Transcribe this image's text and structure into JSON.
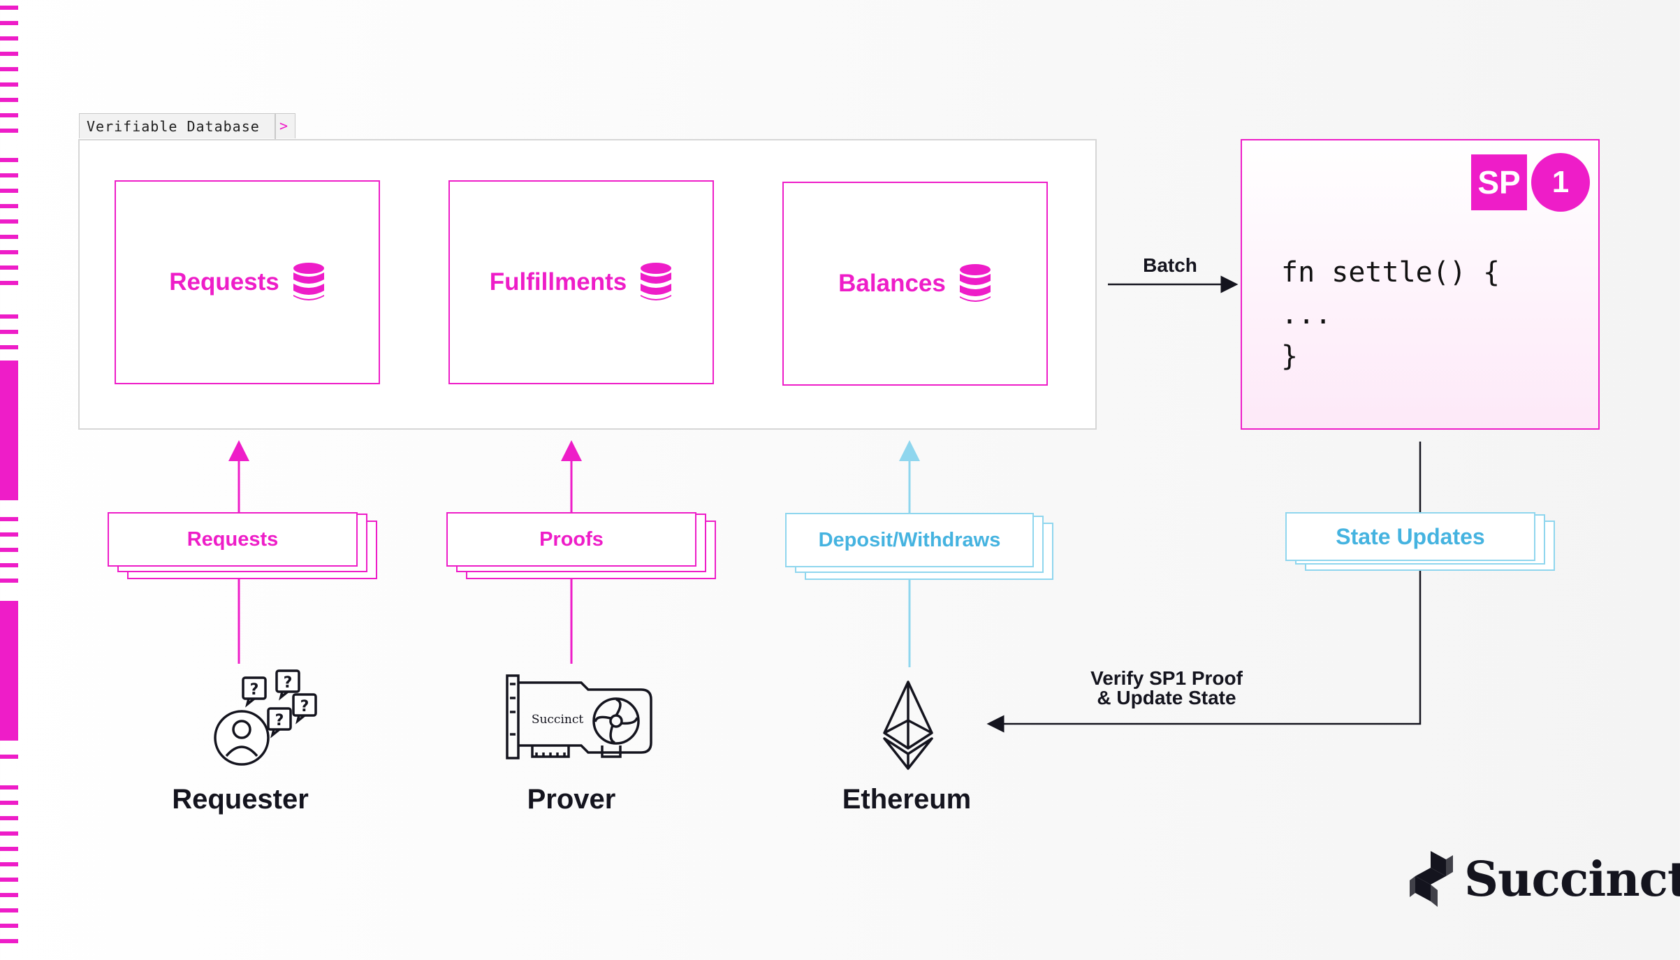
{
  "database": {
    "tab_label": "Verifiable Database",
    "tab_chevron": ">",
    "stores": [
      {
        "label": "Requests",
        "icon": "database-icon"
      },
      {
        "label": "Fulfillments",
        "icon": "database-icon"
      },
      {
        "label": "Balances",
        "icon": "database-icon"
      }
    ]
  },
  "flows": [
    {
      "label": "Requests",
      "style": "pink"
    },
    {
      "label": "Proofs",
      "style": "pink"
    },
    {
      "label": "Deposit/Withdraws",
      "style": "blue"
    },
    {
      "label": "State Updates",
      "style": "blue"
    }
  ],
  "actors": [
    {
      "label": "Requester",
      "icon": "requester-icon"
    },
    {
      "label": "Prover",
      "icon": "gpu-card-icon",
      "card_brand": "Succinct"
    },
    {
      "label": "Ethereum",
      "icon": "ethereum-icon"
    }
  ],
  "sp1": {
    "badge_sp": "SP",
    "badge_one": "1",
    "code": [
      "fn settle() {",
      "...",
      "}"
    ]
  },
  "edges": {
    "batch": "Batch",
    "verify_line1": "Verify SP1 Proof",
    "verify_line2": "& Update State"
  },
  "brand": {
    "name": "Succinct"
  },
  "colors": {
    "accent_pink": "#ee1dc8",
    "accent_blue": "#8fd6ee",
    "text_dark": "#14141e"
  }
}
